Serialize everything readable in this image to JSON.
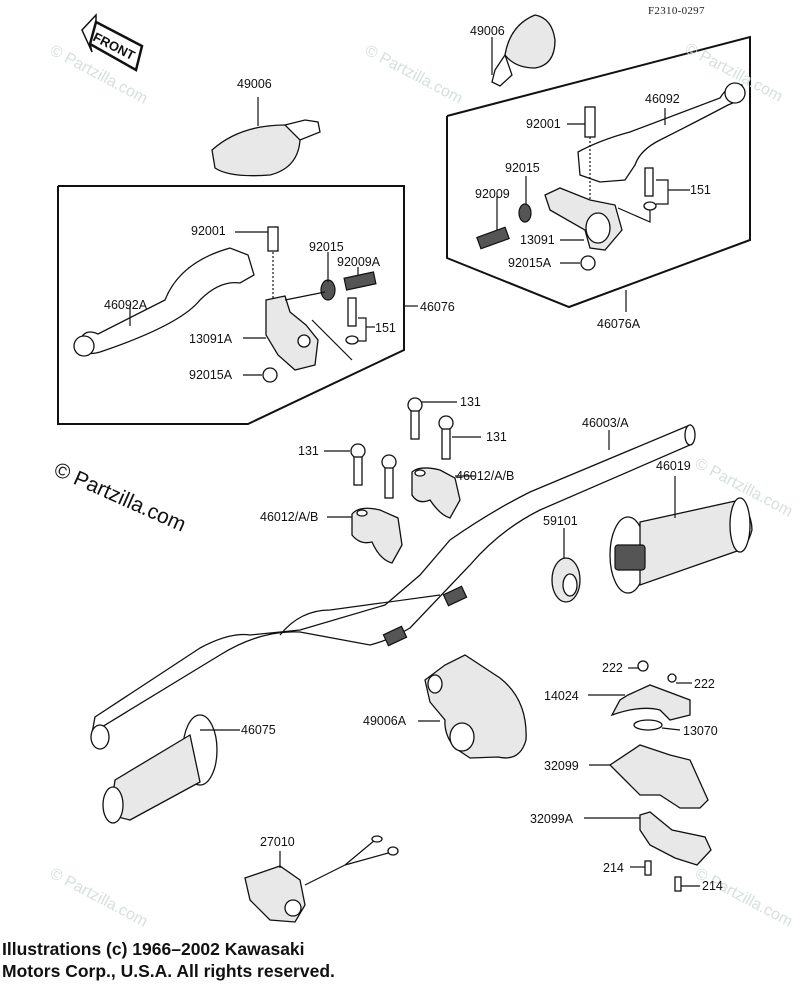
{
  "diagram": {
    "drawing_code": "F2310-0297",
    "front_indicator": "FRONT",
    "watermark": "© Partzilla.com",
    "copyright_lines": [
      "Illustrations (c) 1966–2002 Kawasaki",
      "Motors Corp., U.S.A.  All rights reserved."
    ],
    "callouts": {
      "mirror_left": "49006",
      "mirror_right": "49006",
      "bolt_left": "92001",
      "nut_knurl_left": "92015",
      "adjuster_left": "92009A",
      "lever_left": "46092A",
      "holder_left": "13091A",
      "nut_left": "92015A",
      "bolt_washer_left": "151",
      "assembly_left": "46076",
      "lever_right": "46092",
      "bolt_right": "92001",
      "nut_knurl_right": "92015",
      "adjuster_right": "92009",
      "holder_right": "13091",
      "nut_right": "92015A",
      "bolt_washer_right": "151",
      "assembly_right": "46076A",
      "bolt_131_a": "131",
      "bolt_131_b": "131",
      "bolt_131_c": "131",
      "clamp_upper": "46012/A/B",
      "clamp_lower": "46012/A/B",
      "handlebar": "46003/A",
      "throttle_grip": "46019",
      "pulley": "59101",
      "grip_left": "46075",
      "throttle_housing": "49006A",
      "screw_222_a": "222",
      "screw_222_b": "222",
      "plate": "14024",
      "washer": "13070",
      "case_upper": "32099",
      "case_lower": "32099A",
      "screw_214_a": "214",
      "screw_214_b": "214",
      "switch": "27010"
    }
  }
}
